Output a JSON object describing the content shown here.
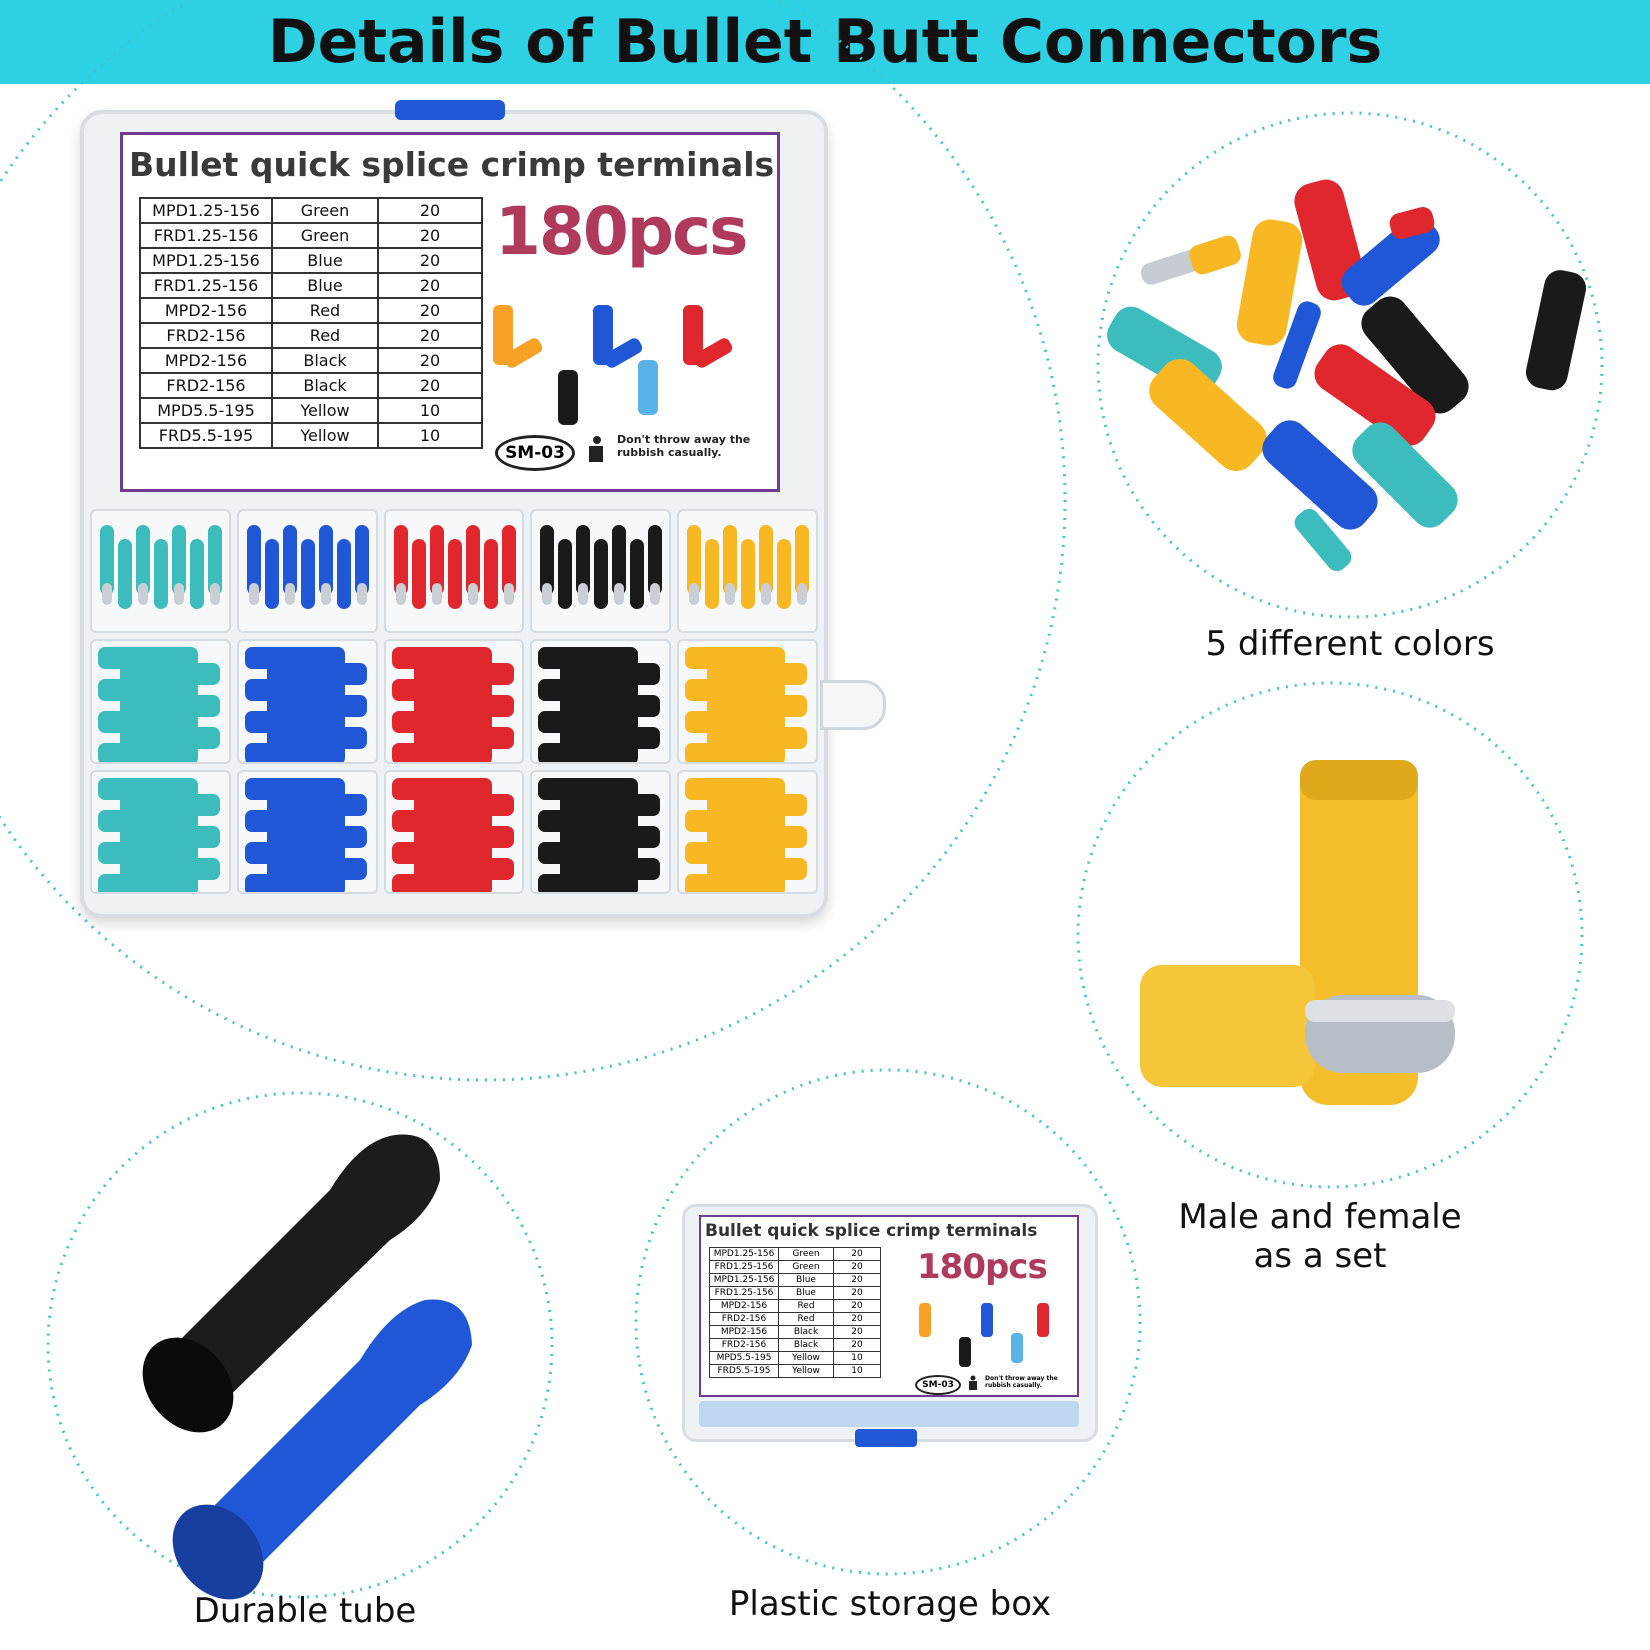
{
  "header": {
    "title": "Details of Bullet Butt Connectors"
  },
  "box_label": {
    "title": "Bullet quick splice crimp terminals",
    "rows": [
      [
        "MPD1.25-156",
        "Green",
        "20"
      ],
      [
        "FRD1.25-156",
        "Green",
        "20"
      ],
      [
        "MPD1.25-156",
        "Blue",
        "20"
      ],
      [
        "FRD1.25-156",
        "Blue",
        "20"
      ],
      [
        "MPD2-156",
        "Red",
        "20"
      ],
      [
        "FRD2-156",
        "Red",
        "20"
      ],
      [
        "MPD2-156",
        "Black",
        "20"
      ],
      [
        "FRD2-156",
        "Black",
        "20"
      ],
      [
        "MPD5.5-195",
        "Yellow",
        "10"
      ],
      [
        "FRD5.5-195",
        "Yellow",
        "10"
      ]
    ],
    "count": "180pcs",
    "model": "SM-03",
    "notice": "Don't throw away the rubbish casually."
  },
  "captions": {
    "colors": "5 different colors",
    "set_line1": "Male and female",
    "set_line2": "as a set",
    "tube": "Durable tube",
    "box": "Plastic storage box"
  },
  "colors": {
    "banner": "#2ed0e3",
    "teal": "#3cbcbc",
    "blue": "#1f57d6",
    "red": "#e0272d",
    "black": "#1a1a1a",
    "yellow": "#f7b824"
  },
  "compartment_colors": [
    "teal",
    "blue",
    "red",
    "black",
    "yellow"
  ]
}
